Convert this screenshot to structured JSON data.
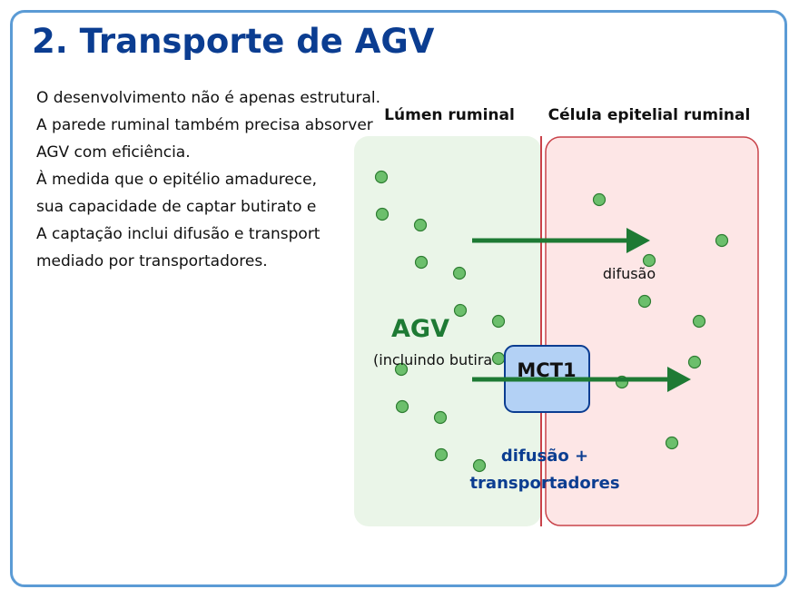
{
  "title": "2. Transporte de AGV",
  "body_lines": [
    "O desenvolvimento não é apenas estrutural.",
    "A parede ruminal também precisa absorver",
    "AGV com eficiência.",
    "À medida que o epitélio amadurece,",
    "sua capacidade de captar butirato e",
    "A captação inclui difusão e transport",
    "mediado por transportadores."
  ],
  "diagram": {
    "lumen_label": "Lúmen ruminal",
    "cell_label": "Célula epitelial ruminal",
    "agv_label": "AGV",
    "agv_sublabel": "(incluindo butira",
    "diffusion_label": "difusão",
    "transporter_label": "MCT1",
    "transport_caption_line1": "difusão +",
    "transport_caption_line2": "transportadores"
  },
  "colors": {
    "title": "#0b3d91",
    "frame_border": "#5b9bd5",
    "lumen_fill": "#eaf5e8",
    "cell_fill": "#fde6e6",
    "cell_border": "#c9434a",
    "molecule_fill": "#6cbf6c",
    "molecule_stroke": "#2e7d32",
    "arrow": "#1e7a34",
    "agv_text": "#1e7a34",
    "transporter_fill": "#b3d1f5",
    "transporter_border": "#0b3d91",
    "caption_blue": "#0b3d91"
  }
}
